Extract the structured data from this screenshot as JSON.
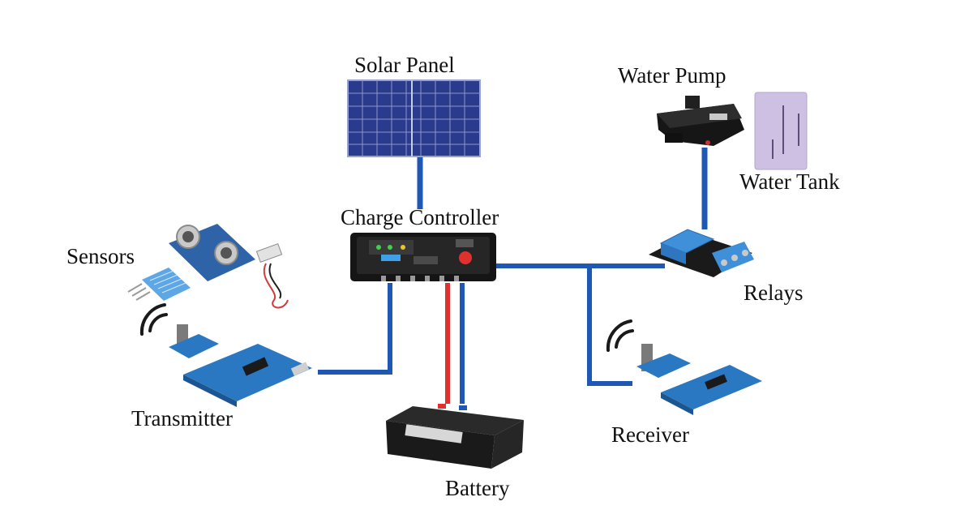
{
  "labels": {
    "solar_panel": "Solar Panel",
    "water_pump": "Water Pump",
    "water_tank": "Water Tank",
    "charge_controller": "Charge Controller",
    "sensors": "Sensors",
    "relays": "Relays",
    "transmitter": "Transmitter",
    "receiver": "Receiver",
    "battery": "Battery"
  },
  "colors": {
    "wire_blue": "#1f57b4",
    "wire_red": "#e0312f",
    "panel_cell": "#2a3a8c",
    "board_blue": "#2a78c2",
    "relay_blue": "#3f8fd9",
    "tank_fill": "#cdc0e3"
  },
  "icons": [
    "solar-panel-icon",
    "water-pump-icon",
    "water-tank-icon",
    "charge-controller-icon",
    "ultrasonic-sensor-icon",
    "humidity-sensor-icon",
    "relay-module-icon",
    "transmitter-board-icon",
    "receiver-board-icon",
    "battery-icon",
    "wireless-signal-icon"
  ]
}
